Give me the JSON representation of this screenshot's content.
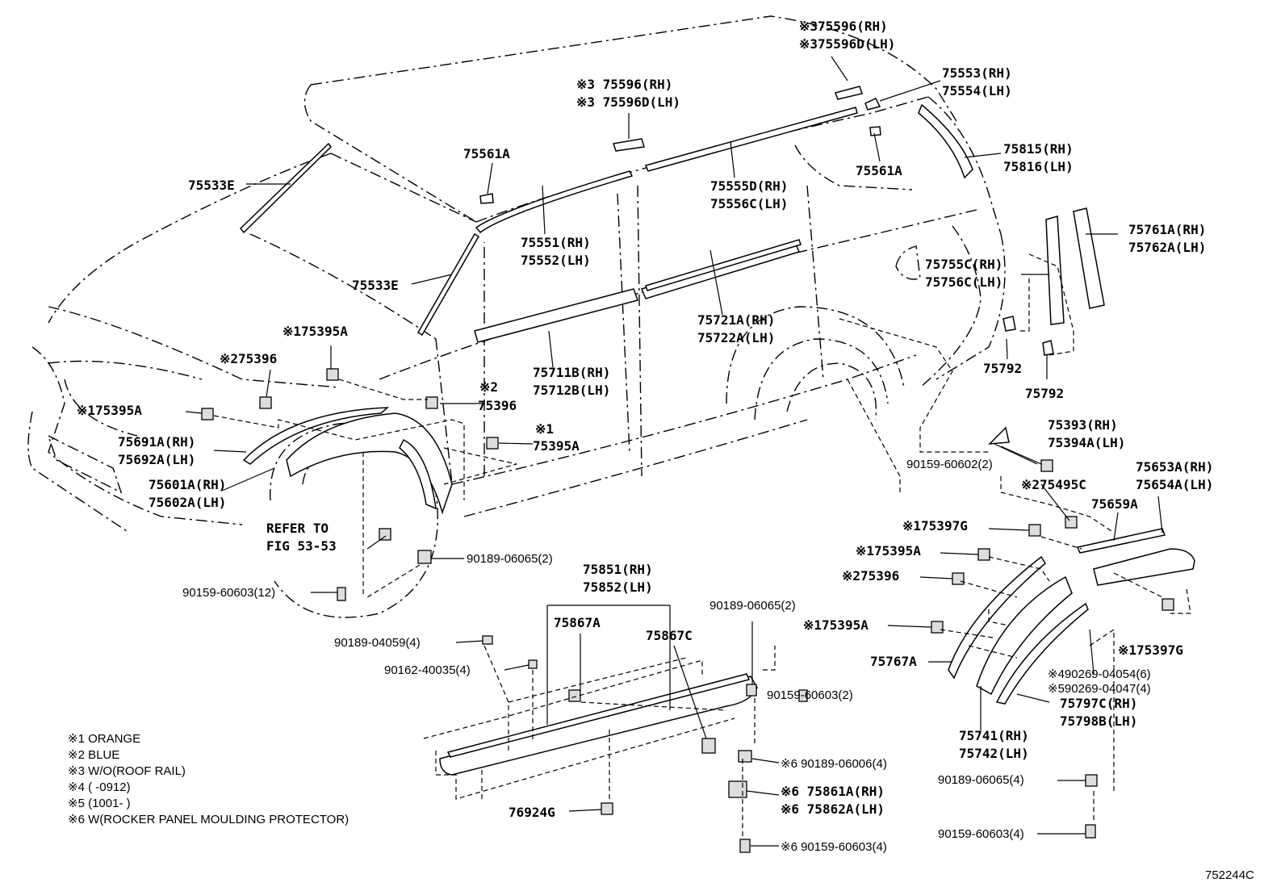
{
  "diagram_code": "752244C",
  "refer_to": [
    "REFER TO",
    "FIG 53-53"
  ],
  "labels": {
    "l75596_rh_top": "※375596(RH)",
    "l75596d_lh_top": "※375596D(LH)",
    "l75553": "75553(RH)",
    "l75554": "75554(LH)",
    "l75596_rh_mid": "※3 75596(RH)",
    "l75596d_lh_mid": "※3 75596D(LH)",
    "l75561a_left": "75561A",
    "l75561a_right": "75561A",
    "l75815": "75815(RH)",
    "l75816": "75816(LH)",
    "l75533e_top": "75533E",
    "l75555d": "75555D(RH)",
    "l75556c": "75556C(LH)",
    "l75551": "75551(RH)",
    "l75552": "75552(LH)",
    "l75761a": "75761A(RH)",
    "l75762a": "75762A(LH)",
    "l75755c": "75755C(RH)",
    "l75756c": "75756C(LH)",
    "l75533e_mid": "75533E",
    "l75721a": "75721A(RH)",
    "l75722a": "75722A(LH)",
    "l175395a_hood": "※175395A",
    "l275396_left": "※275396",
    "l75792_a": "75792",
    "l75792_b": "75792",
    "l75711b": "75711B(RH)",
    "l75712b": "75712B(LH)",
    "l2_mark": "※2",
    "l75396_mid": "75396",
    "l175395a_left": "※175395A",
    "l1_mark": "※1",
    "l75395a_mid": "75395A",
    "l75691a": "75691A(RH)",
    "l75692a": "75692A(LH)",
    "l75393": "75393(RH)",
    "l75394a": "75394A(LH)",
    "l90159_60602": "90159-60602(2)",
    "l75601a": "75601A(RH)",
    "l75602a": "75602A(LH)",
    "l275495c": "※275495C",
    "l75653a": "75653A(RH)",
    "l75654a": "75654A(LH)",
    "l75659a": "75659A",
    "l175397g_top": "※175397G",
    "l90189_06065_wheel": "90189-06065(2)",
    "l75851": "75851(RH)",
    "l75852": "75852(LH)",
    "l175395a_r1": "※175395A",
    "l90159_60603_12": "90159-60603(12)",
    "l275396_right": "※275396",
    "l90189_06065_mid": "90189-06065(2)",
    "l75867a": "75867A",
    "l75867c": "75867C",
    "l175395a_r2": "※175395A",
    "l90189_04059": "90189-04059(4)",
    "l175397g_bot": "※175397G",
    "l90162_40035": "90162-40035(4)",
    "l75767a": "75767A",
    "l90269_04054": "※490269-04054(6)",
    "l90269_04047": "※590269-04047(4)",
    "l90159_60603_2": "90159-60603(2)",
    "l75797c": "75797C(RH)",
    "l75798b": "75798B(LH)",
    "l75741": "75741(RH)",
    "l75742": "75742(LH)",
    "l6_90189_06006": "※6 90189-06006(4)",
    "l90189_06065_4": "90189-06065(4)",
    "l6_75861a": "※6 75861A(RH)",
    "l6_75862a": "※6 75862A(LH)",
    "l76924g": "76924G",
    "l90159_60603_4": "90159-60603(4)",
    "l6_90159_60603": "※6 90159-60603(4)"
  },
  "notes": [
    "※1 ORANGE",
    "※2 BLUE",
    "※3 W/O(ROOF RAIL)",
    "※4 (       -0912)",
    "※5 (1001-       )",
    "※6 W(ROCKER PANEL MOULDING PROTECTOR)"
  ]
}
